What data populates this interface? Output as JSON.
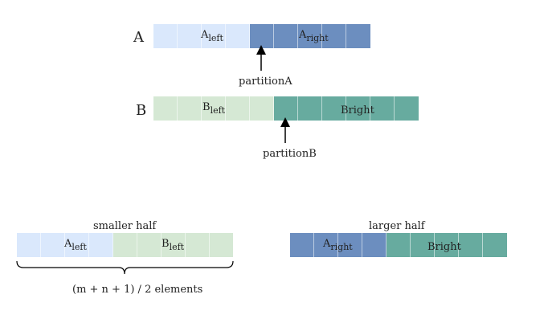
{
  "rows": {
    "a_label": "A",
    "b_label": "B"
  },
  "segments": {
    "a_left": {
      "main": "A",
      "sub": "left"
    },
    "a_right": {
      "main": "A",
      "sub": "right"
    },
    "b_left": {
      "main": "B",
      "sub": "left"
    },
    "b_right": {
      "text": "Bright"
    }
  },
  "pointers": {
    "partition_a": "partitionA",
    "partition_b": "partitionB"
  },
  "halves": {
    "smaller_title": "smaller half",
    "larger_title": "larger half",
    "smaller_a": {
      "main": "A",
      "sub": "left"
    },
    "smaller_b": {
      "main": "B",
      "sub": "left"
    },
    "larger_a": {
      "main": "A",
      "sub": "right"
    },
    "larger_b": {
      "text": "Bright"
    },
    "count_text": "(m + n + 1) / 2 elements"
  },
  "colors": {
    "light_blue": "#dae8fc",
    "dark_blue": "#6c8ebf",
    "light_green": "#d5e8d4",
    "dark_green": "#67ab9f"
  }
}
